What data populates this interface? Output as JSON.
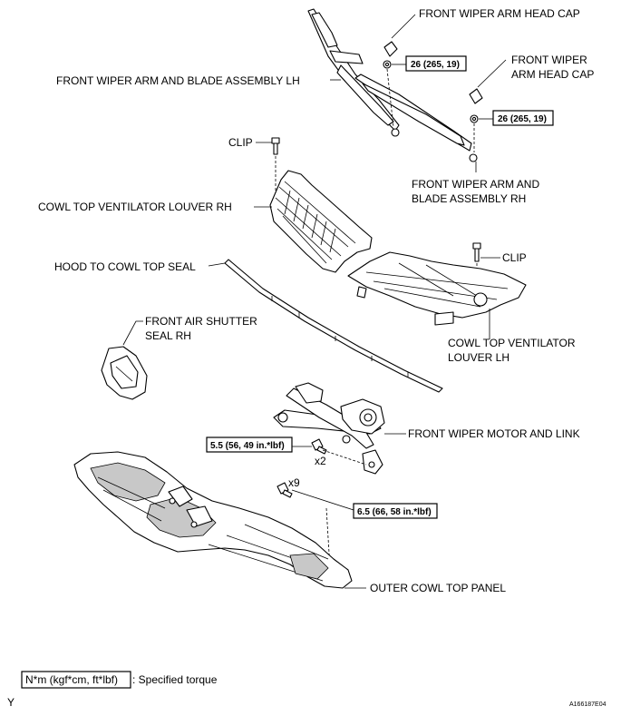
{
  "labels": {
    "head_cap_1": "FRONT WIPER ARM HEAD CAP",
    "head_cap_2a": "FRONT WIPER",
    "head_cap_2b": "ARM HEAD CAP",
    "arm_lh": "FRONT WIPER ARM AND BLADE ASSEMBLY LH",
    "clip_1": "CLIP",
    "arm_rh_a": "FRONT WIPER ARM AND",
    "arm_rh_b": "BLADE ASSEMBLY RH",
    "louver_rh": "COWL TOP VENTILATOR LOUVER RH",
    "clip_2": "CLIP",
    "hood_seal": "HOOD TO COWL TOP SEAL",
    "shutter_a": "FRONT AIR SHUTTER",
    "shutter_b": "SEAL RH",
    "louver_lh_a": "COWL TOP VENTILATOR",
    "louver_lh_b": "LOUVER LH",
    "wiper_motor": "FRONT WIPER MOTOR AND LINK",
    "x2": "x2",
    "x9": "x9",
    "outer_panel": "OUTER COWL TOP PANEL"
  },
  "torques": {
    "t1": "26 (265, 19)",
    "t2": "26 (265, 19)",
    "t3": "5.5 (56, 49 in.*lbf)",
    "t4": "6.5 (66, 58 in.*lbf)"
  },
  "legend": {
    "box_text": "N*m (kgf*cm, ft*lbf)",
    "desc": ": Specified torque"
  },
  "corner_left": "Y",
  "figure_id": "A166187E04"
}
